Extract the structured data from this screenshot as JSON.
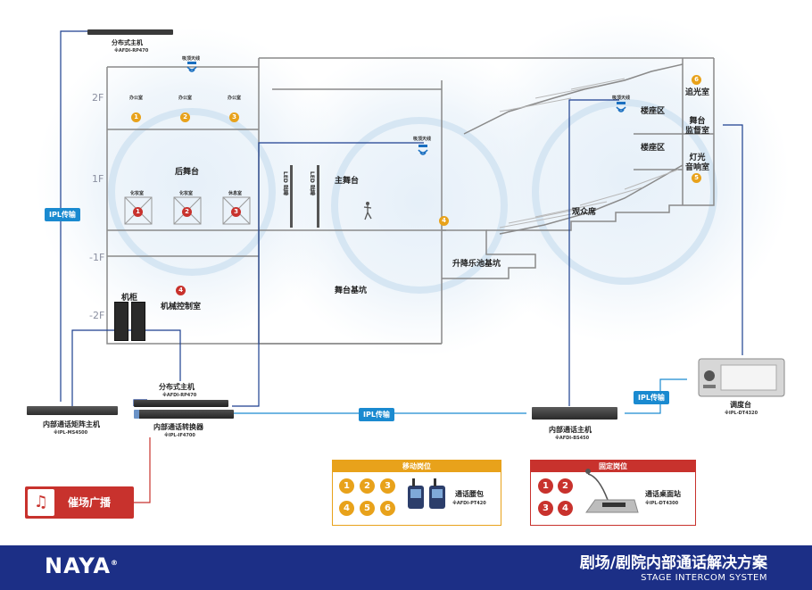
{
  "colors": {
    "blue": "#1a8ad0",
    "orange": "#e8a21b",
    "red": "#c8322d",
    "navy": "#1c2f86"
  },
  "floors": [
    "2F",
    "1F",
    "-1F",
    "-2F"
  ],
  "transport_tag": "IPL传输",
  "devices": {
    "rp470_top": {
      "name": "分布式主机",
      "model": "※AFDI-RP470"
    },
    "rp470_bottom": {
      "name": "分布式主机",
      "model": "※AFDI-RP470"
    },
    "ms4500": {
      "name": "内部通话矩阵主机",
      "model": "※IPL-MS4500"
    },
    "if4700": {
      "name": "内部通话转换器",
      "model": "※IPL-IF4700"
    },
    "bs450": {
      "name": "内部通话主机",
      "model": "※AFDI-BS450"
    },
    "dt4320": {
      "name": "调度台",
      "model": "※IPL-DT4320"
    },
    "antenna": "吸顶天线"
  },
  "rooms": {
    "office": "办公室",
    "makeup": "化妆室",
    "rest": "休息室",
    "backstage": "后舞台",
    "main_stage": "主舞台",
    "stage_pit": "舞台基坑",
    "orchestra_pit": "升降乐池基坑",
    "cabinet": "机柜",
    "machine_room": "机械控制室",
    "audience": "观众席",
    "balcony": "楼座区",
    "follow_spot": "追光室",
    "stage_monitor": "舞台\n监督室",
    "light_sound": "灯光\n音响室",
    "led": "LED 屏幕"
  },
  "cue_broadcast": "催场广播",
  "mobile_post": {
    "title": "移动岗位",
    "numbers": [
      "1",
      "2",
      "3",
      "4",
      "5",
      "6"
    ],
    "device_name": "通话腰包",
    "device_model": "※AFDI-PT420"
  },
  "fixed_post": {
    "title": "固定岗位",
    "numbers": [
      "1",
      "2",
      "3",
      "4"
    ],
    "device_name": "通话桌面站",
    "device_model": "※IPL-DT4300"
  },
  "footer": {
    "logo": "NAYA",
    "title_cn": "剧场/剧院内部通话解决方案",
    "title_en": "STAGE INTERCOM SYSTEM"
  }
}
